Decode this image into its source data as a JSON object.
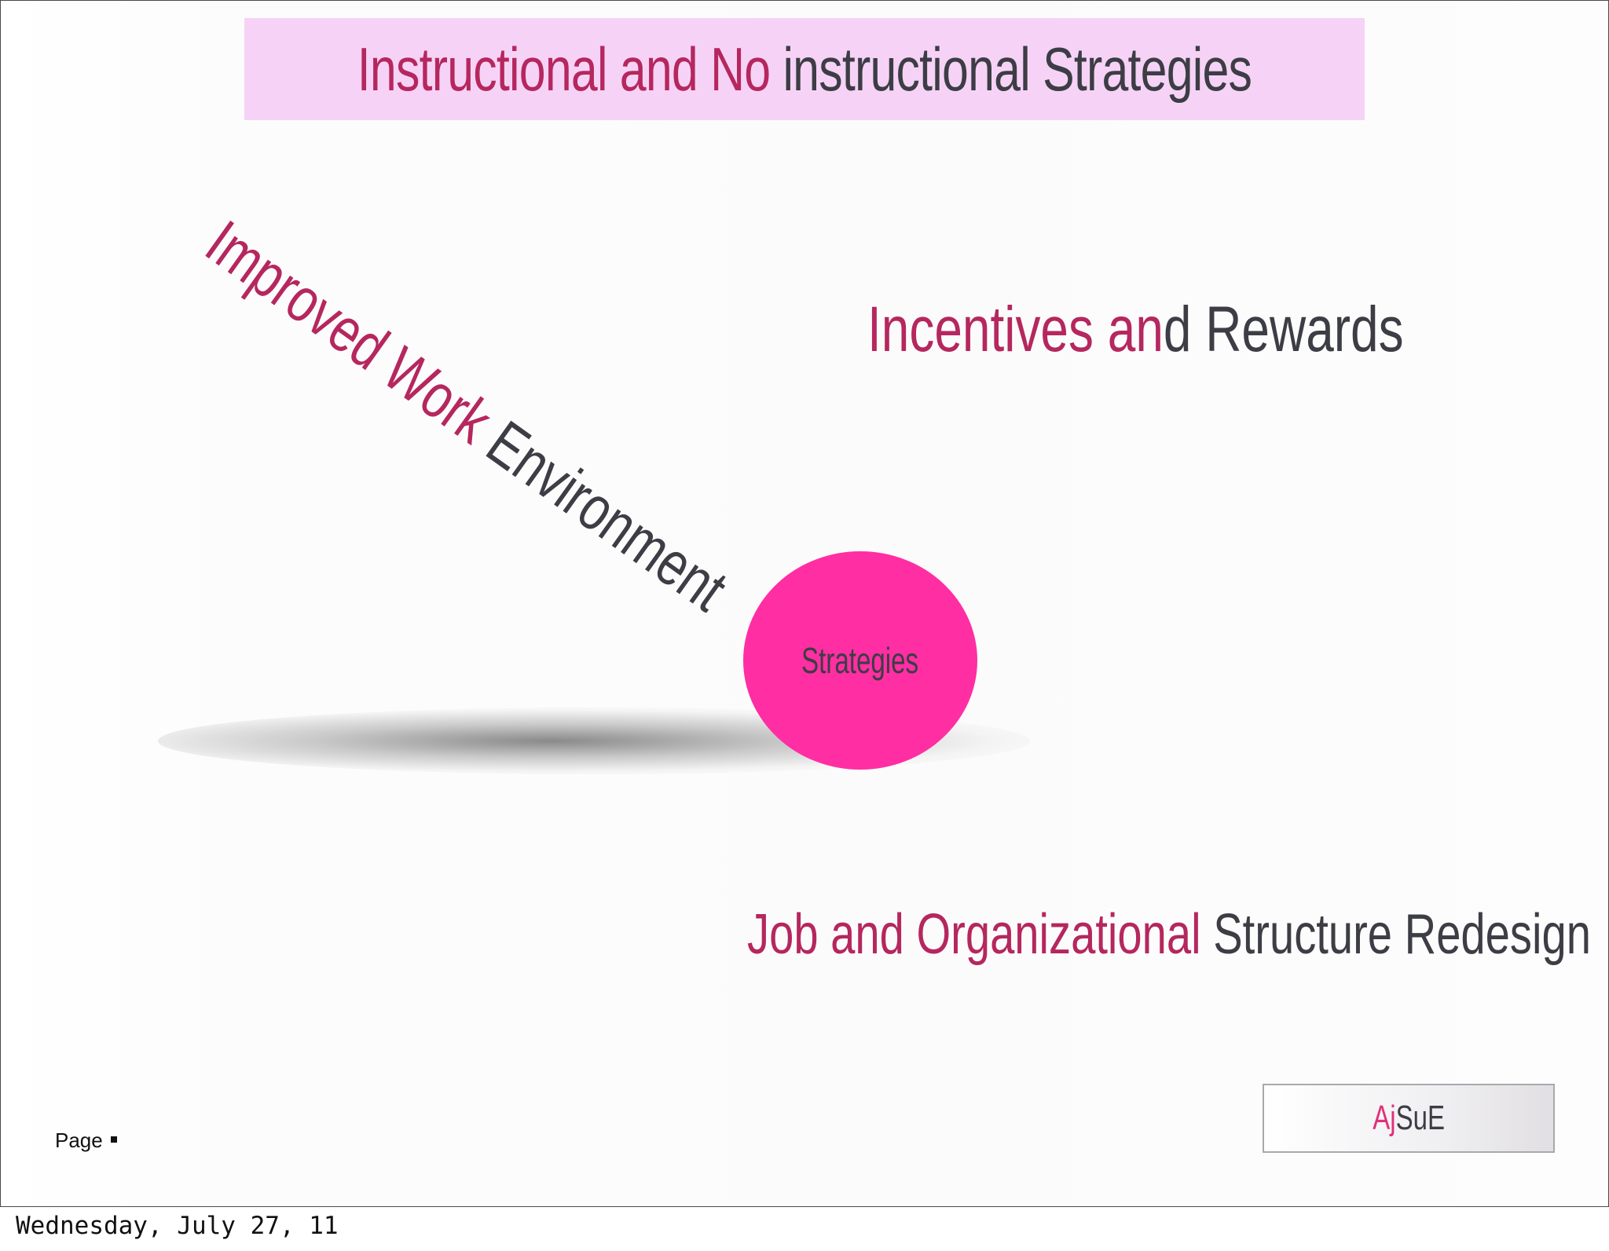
{
  "slide": {
    "title": {
      "part_pink": "Instructional and No",
      "part_gray": " instructional Strategies"
    },
    "center": {
      "label": "Strategies"
    },
    "labels": {
      "improved_work_environment": {
        "part_pink": "Improved Work",
        "part_gray": " Environment"
      },
      "incentives_and_rewards": {
        "part_pink": "Incentives an",
        "part_gray": "d Rewards"
      },
      "job_and_organizational": {
        "part_pink": "Job and Organizational",
        "part_gray": " Structure Redesign"
      }
    },
    "logo": {
      "part_pink": "Aj",
      "part_gray": "SuE"
    },
    "page_label": "Page"
  },
  "footer": {
    "date": "Wednesday, July 27, 11"
  },
  "colors": {
    "accent_pink": "#b5275e",
    "text_gray": "#3d3d45",
    "circle_fill": "#ff2ea3",
    "title_band": "#f6d3f6"
  }
}
